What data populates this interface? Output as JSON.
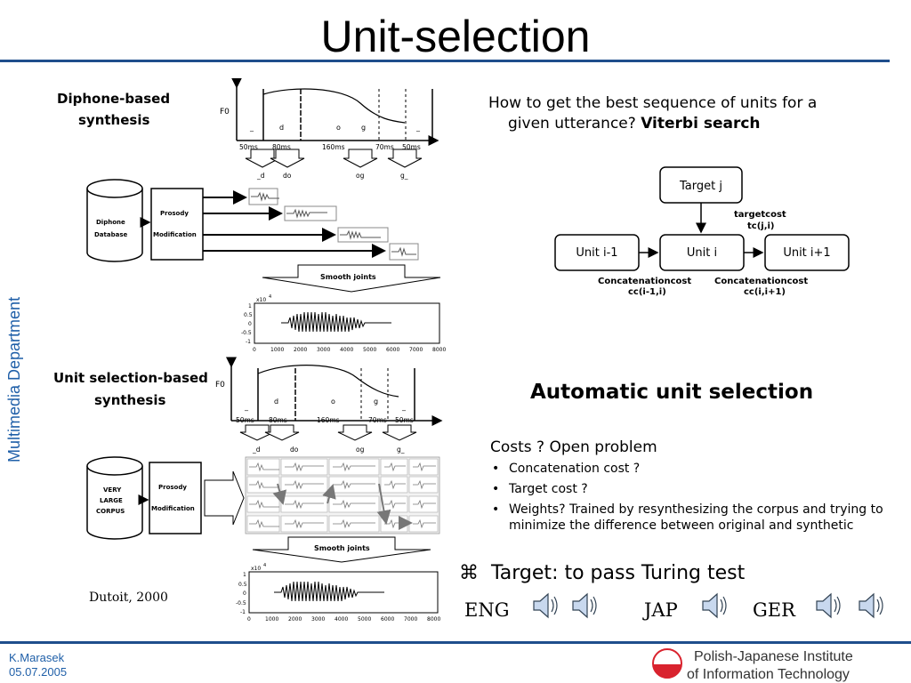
{
  "slide": {
    "title": "Unit-selection",
    "side_label": "Multimedia Department",
    "footer": {
      "author": "K.Marasek",
      "date": "05.07.2005"
    },
    "institute": {
      "line1": "Polish-Japanese Institute",
      "line2": "of Information Technology"
    },
    "credit": "Dutoit, 2000"
  },
  "left_diagram": {
    "diphone": {
      "heading_line1": "Diphone-based",
      "heading_line2": "synthesis",
      "f0_label": "F0",
      "phones": [
        "_",
        "d",
        "o",
        "g",
        "_"
      ],
      "durations": [
        "50ms",
        "80ms",
        "160ms",
        "70ms",
        "50ms"
      ],
      "units": [
        "_d",
        "do",
        "og",
        "g_"
      ],
      "database_line1": "Diphone",
      "database_line2": "Database",
      "prosody_line1": "Prosody",
      "prosody_line2": "Modification",
      "smooth_label": "Smooth joints",
      "plot_exponent": "x10",
      "plot_exponent_power": "4",
      "y_ticks": [
        "1",
        "0.5",
        "0",
        "-0.5",
        "-1"
      ],
      "x_ticks": [
        "0",
        "1000",
        "2000",
        "3000",
        "4000",
        "5000",
        "6000",
        "7000",
        "8000"
      ]
    },
    "unitsel": {
      "heading_line1": "Unit selection-based",
      "heading_line2": "synthesis",
      "f0_label": "F0",
      "phones": [
        "_",
        "d",
        "o",
        "g",
        "_"
      ],
      "durations": [
        "50ms",
        "80ms",
        "160ms",
        "70ms",
        "50ms"
      ],
      "units": [
        "_d",
        "do",
        "og",
        "g_"
      ],
      "corpus_line1": "VERY",
      "corpus_line2": "LARGE",
      "corpus_line3": "CORPUS",
      "prosody_line1": "Prosody",
      "prosody_line2": "Modification",
      "smooth_label": "Smooth joints",
      "plot_exponent": "x10",
      "plot_exponent_power": "4",
      "y_ticks": [
        "1",
        "0.5",
        "0",
        "-0.5",
        "-1"
      ],
      "x_ticks": [
        "0",
        "1000",
        "2000",
        "3000",
        "4000",
        "5000",
        "6000",
        "7000",
        "8000"
      ]
    }
  },
  "viterbi": {
    "question_line1": "How to get the best sequence of units for a",
    "question_line2_prefix": "given  utterance?",
    "question_line2_bold": "Viterbi search",
    "target_node": "Target j",
    "target_cost_line1": "targetcost",
    "target_cost_line2": "tc(j,i)",
    "unit_prev": "Unit i-1",
    "unit_cur": "Unit i",
    "unit_next": "Unit i+1",
    "concat_left_line1": "Concatenationcost",
    "concat_left_line2": "cc(i-1,i)",
    "concat_right_line1": "Concatenationcost",
    "concat_right_line2": "cc(i,i+1)"
  },
  "automatic": {
    "heading": "Automatic unit selection",
    "costs_title": "Costs ? Open problem",
    "items": [
      "Concatenation cost ?",
      "Target cost ?",
      "Weights? Trained by resynthesizing the corpus and trying to minimize the difference between original and synthetic"
    ]
  },
  "target": {
    "symbol": "⌘",
    "text": "Target: to pass Turing test"
  },
  "languages": {
    "eng": "ENG",
    "jap": "JAP",
    "ger": "GER"
  },
  "icons": [
    "speaker-icon",
    "institute-logo"
  ],
  "colors": {
    "accent": "#1f4e8c",
    "side_text": "#1f5fa8",
    "logo_red": "#d9232e"
  }
}
